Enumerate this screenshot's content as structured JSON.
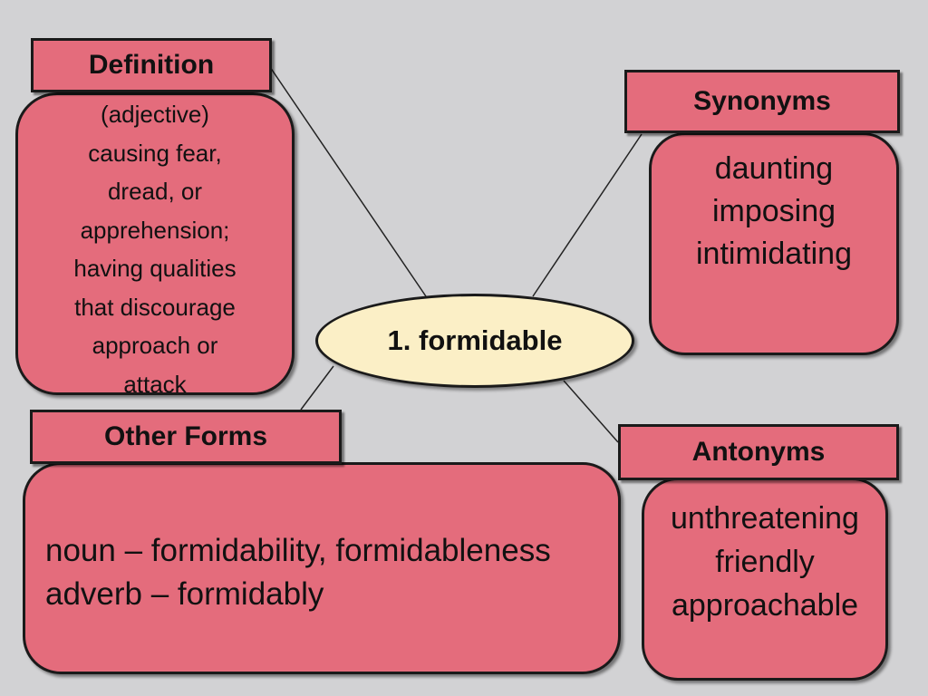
{
  "center": {
    "word": "1. formidable"
  },
  "definition": {
    "title": "Definition",
    "lines": [
      "(adjective)",
      "causing fear,",
      "dread, or",
      "apprehension;",
      "having qualities",
      "that discourage",
      "approach or",
      "attack"
    ]
  },
  "synonyms": {
    "title": "Synonyms",
    "lines": [
      "daunting",
      "imposing",
      "intimidating"
    ]
  },
  "other_forms": {
    "title": "Other Forms",
    "lines": [
      "noun – formidability, formidableness",
      "adverb – formidably"
    ]
  },
  "antonyms": {
    "title": "Antonyms",
    "lines": [
      "unthreatening",
      "friendly",
      "approachable"
    ]
  },
  "colors": {
    "background": "#d2d2d4",
    "box_fill": "#e46c7c",
    "center_fill": "#fbefc6",
    "outline": "#1a1a1a"
  }
}
